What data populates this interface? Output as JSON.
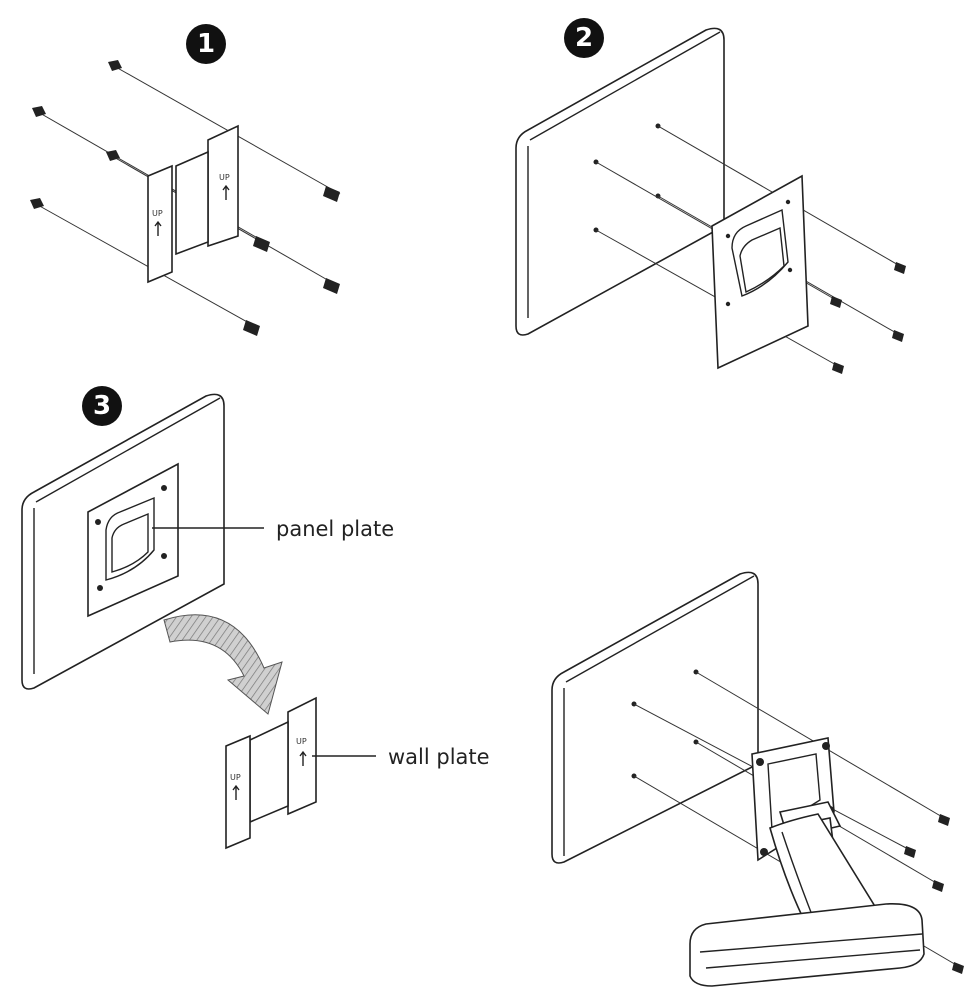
{
  "steps": [
    {
      "number": "1"
    },
    {
      "number": "2"
    },
    {
      "number": "3"
    }
  ],
  "callouts": {
    "panel_plate": "panel plate",
    "wall_plate": "wall plate"
  },
  "bracket_mark": "UP",
  "colors": {
    "line": "#222222",
    "badge": "#111111",
    "arrow_fill": "#bdbdbd",
    "background": "#ffffff"
  }
}
